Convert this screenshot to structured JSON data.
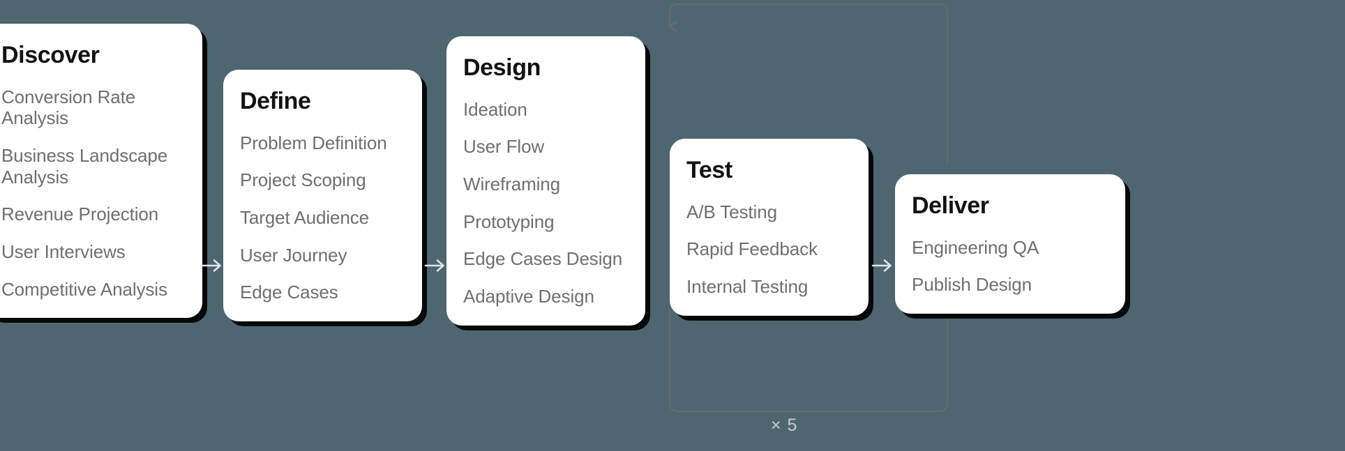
{
  "theme": {
    "background": "#4d6670",
    "card_background": "#ffffff",
    "title_color": "#121212",
    "item_color": "#6f6f6f",
    "arrow_color": "#dfe5e7",
    "loop_color": "#6a6a6a",
    "shadow_color": "#000000"
  },
  "diagram": {
    "type": "process-flow",
    "stages": [
      {
        "id": "discover",
        "title": "Discover",
        "items": [
          "Conversion Rate Analysis",
          "Business Landscape Analysis",
          "Revenue Projection",
          "User Interviews",
          "Competitive Analysis"
        ]
      },
      {
        "id": "define",
        "title": "Define",
        "items": [
          "Problem Definition",
          "Project Scoping",
          "Target Audience",
          "User Journey",
          "Edge Cases"
        ]
      },
      {
        "id": "design",
        "title": "Design",
        "items": [
          "Ideation",
          "User Flow",
          "Wireframing",
          "Prototyping",
          "Edge Cases Design",
          "Adaptive Design"
        ]
      },
      {
        "id": "test",
        "title": "Test",
        "items": [
          "A/B Testing",
          "Rapid Feedback",
          "Internal Testing"
        ]
      },
      {
        "id": "deliver",
        "title": "Deliver",
        "items": [
          "Engineering QA",
          "Publish Design"
        ]
      }
    ],
    "connectors": [
      {
        "id": "discover-define",
        "icon": "arrow-right-icon",
        "from": "discover",
        "to": "define"
      },
      {
        "id": "define-design",
        "icon": "arrow-right-icon",
        "from": "define",
        "to": "design"
      },
      {
        "id": "test-deliver",
        "icon": "arrow-right-icon",
        "from": "test",
        "to": "deliver"
      }
    ],
    "feedback_loops": [
      {
        "id": "test-to-design-top",
        "from": "test",
        "to": "design",
        "direction": "down",
        "label": ""
      },
      {
        "id": "design-to-test-bottom",
        "from": "design",
        "to": "test",
        "direction": "up",
        "label": "× 5"
      }
    ],
    "repeat_label": "× 5"
  }
}
